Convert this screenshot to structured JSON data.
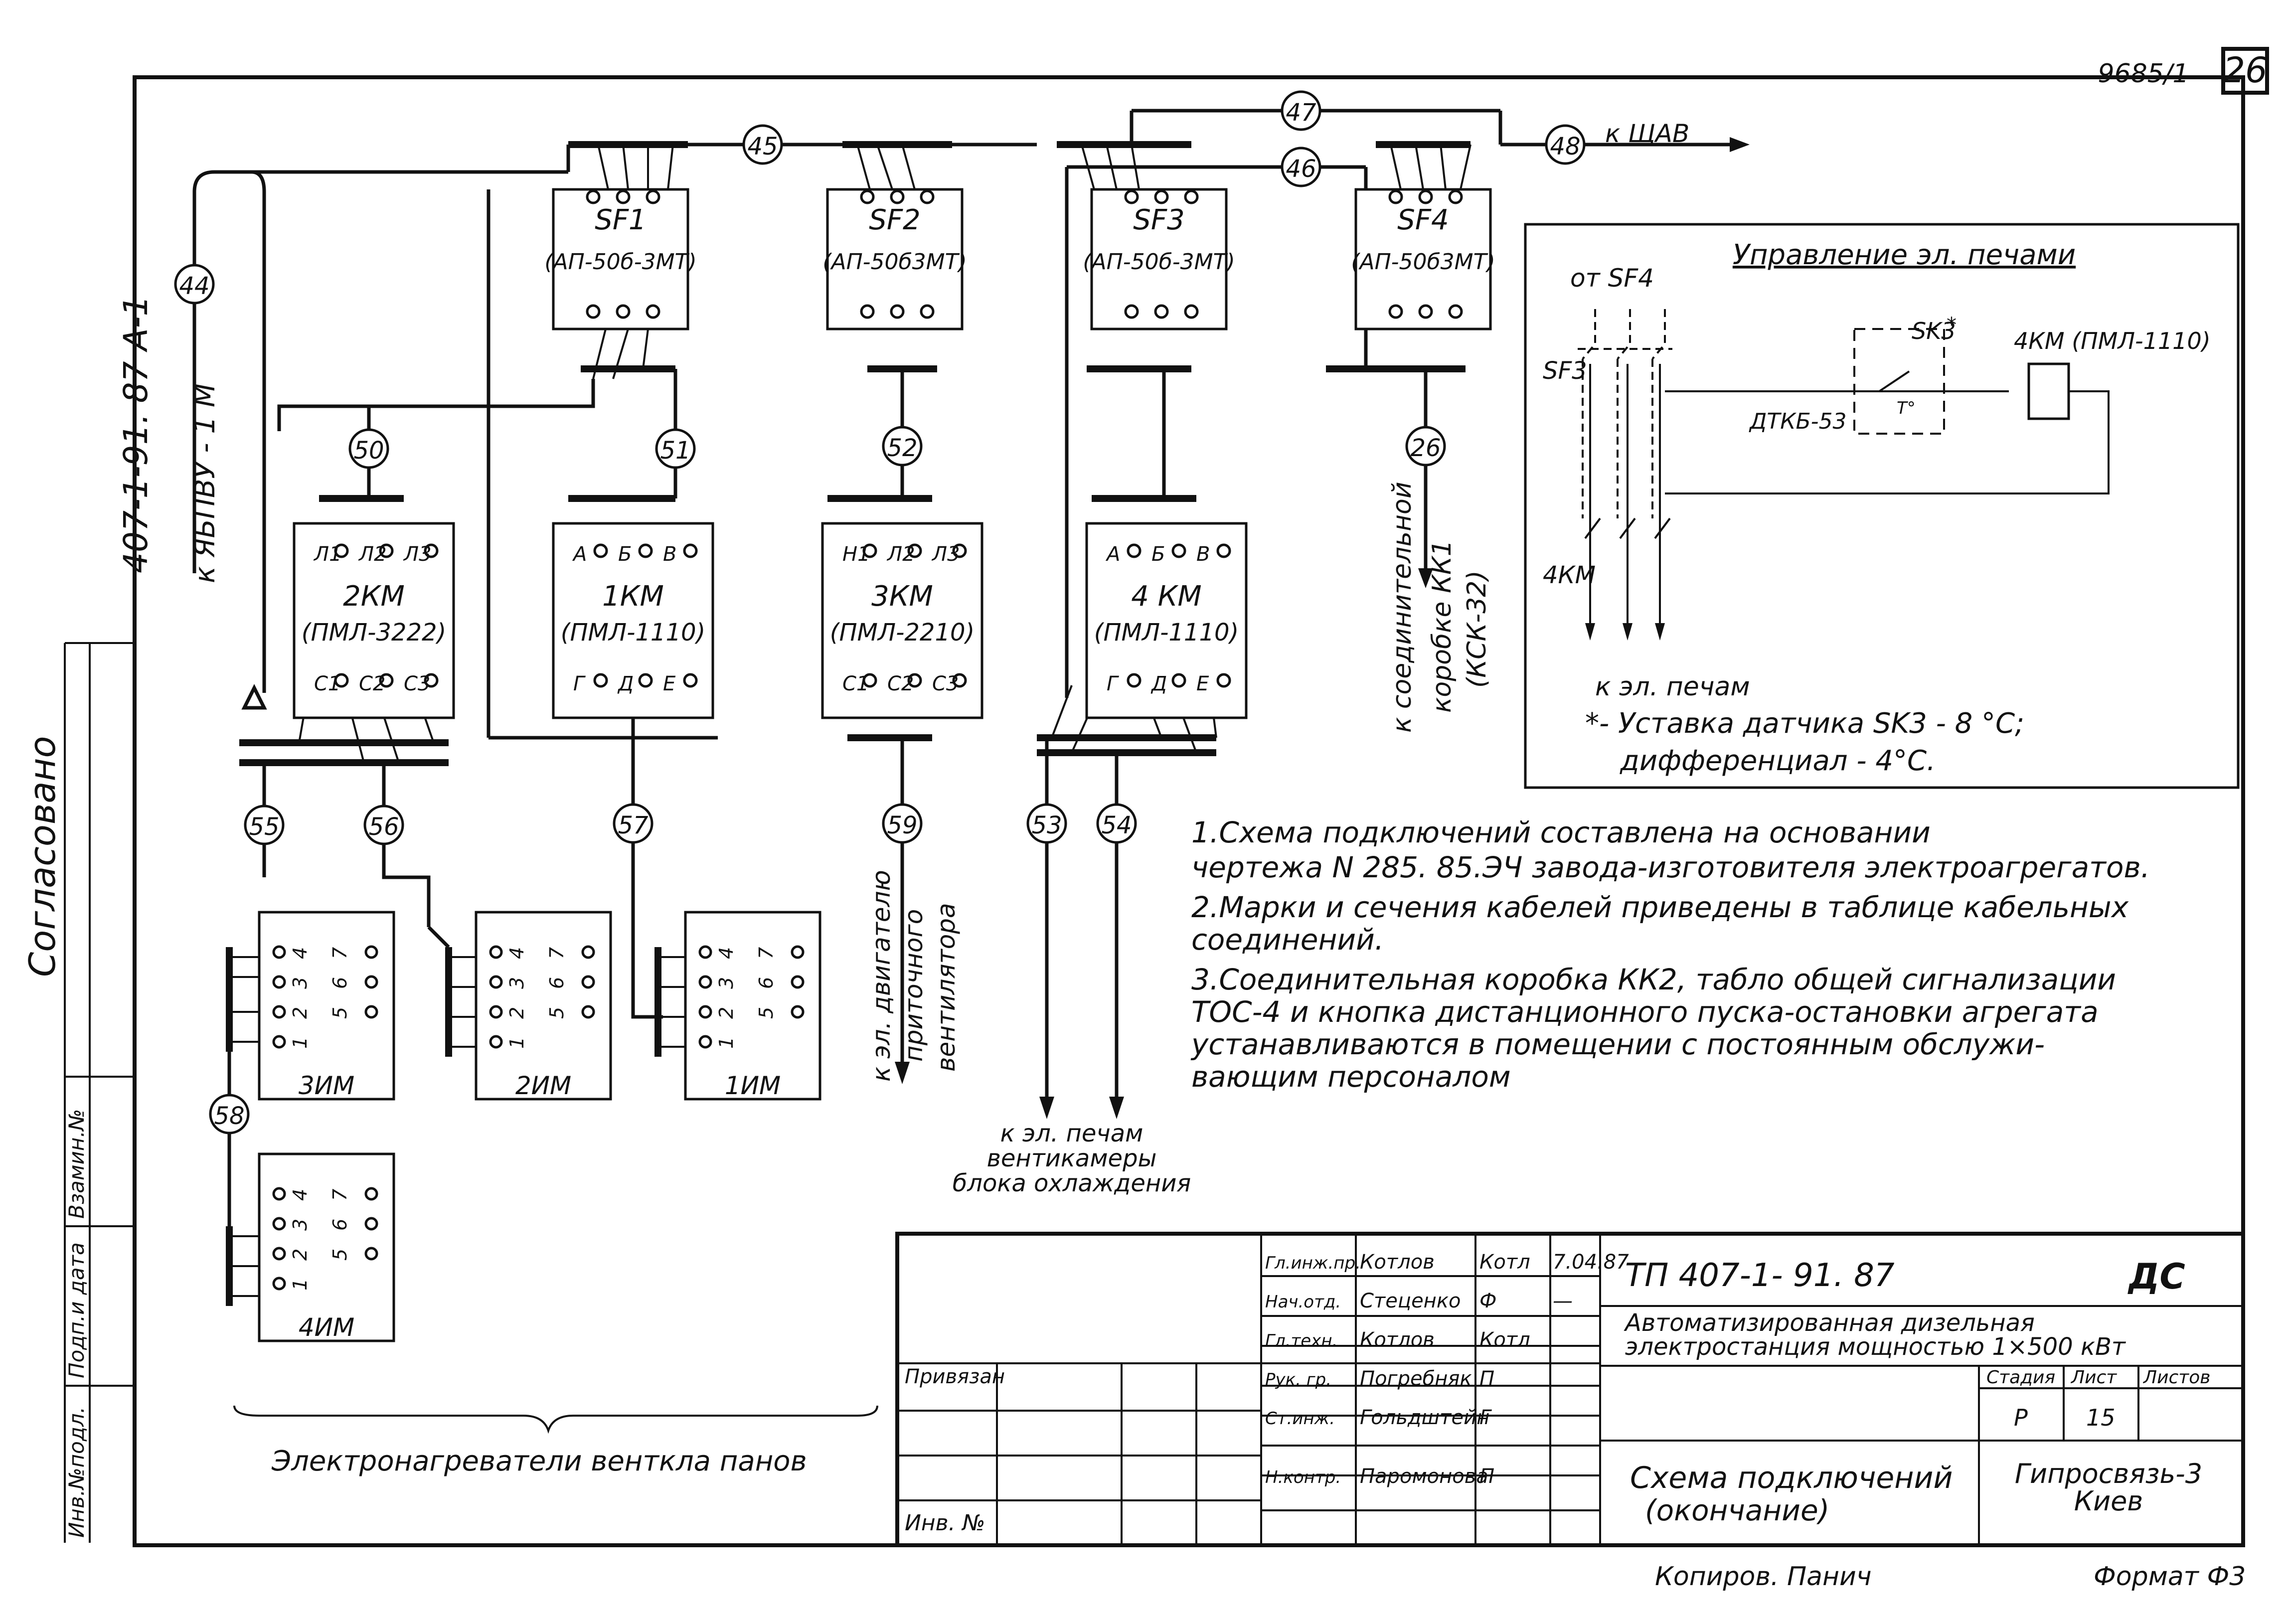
{
  "sheet": {
    "number": "26",
    "inventory": "9685/1",
    "format": "Формат  Ф3",
    "copied_by": "Копиров.  Панич",
    "designation_vertical": "407-1-91. 87    А-1"
  },
  "side_stamp": {
    "agreed": "Согласовано",
    "fields": [
      "Инв.№подл.",
      "Подп.и дата",
      "Взамин.№"
    ]
  },
  "cables": [
    "44",
    "45",
    "46",
    "47",
    "48",
    "26",
    "50",
    "51",
    "52",
    "55",
    "56",
    "57",
    "59",
    "53",
    "54",
    "58"
  ],
  "breakers": [
    {
      "name": "SF1",
      "type": "(АП-50б-3МТ)"
    },
    {
      "name": "SF2",
      "type": "(АП-50б3МТ)"
    },
    {
      "name": "SF3",
      "type": "(АП-50б-3МТ)"
    },
    {
      "name": "SF4",
      "type": "(АП-50б3МТ)"
    }
  ],
  "contactors": [
    {
      "name": "2КМ",
      "type": "(ПМЛ-3222)",
      "top": [
        "Л1",
        "Л2",
        "Л3"
      ],
      "bottom": [
        "С1",
        "С2",
        "С3"
      ]
    },
    {
      "name": "1КМ",
      "type": "(ПМЛ-1110)",
      "top": [
        "А",
        "Б",
        "В"
      ],
      "bottom": [
        "Г",
        "Д",
        "Е"
      ]
    },
    {
      "name": "3КМ",
      "type": "(ПМЛ-2210)",
      "top": [
        "Н1",
        "Л2",
        "Л3"
      ],
      "bottom": [
        "С1",
        "С2",
        "С3"
      ]
    },
    {
      "name": "4 КМ",
      "type": "(ПМЛ-1110)",
      "top": [
        "А",
        "Б",
        "В"
      ],
      "bottom": [
        "Г",
        "Д",
        "Е"
      ]
    }
  ],
  "heaters": [
    {
      "name": "3ИМ"
    },
    {
      "name": "2ИМ"
    },
    {
      "name": "1ИМ"
    },
    {
      "name": "4ИМ"
    }
  ],
  "terminals": {
    "left": [
      "4",
      "3",
      "2",
      "1"
    ],
    "right": [
      "5",
      "6",
      "7"
    ]
  },
  "labels": {
    "to_shav": "к  ЩАВ",
    "to_yabpvu": "к  ЯБПВУ - 1 М",
    "to_junction_box": [
      "к  соединительной",
      "коробке  КК1",
      "(КСК-32)"
    ],
    "to_fan_motor": [
      "к  эл. двигателю",
      "приточного",
      "вентилятора"
    ],
    "to_furnaces": [
      "к  эл. печам",
      "вентикамеры",
      "блока  охлаждения"
    ],
    "heaters_caption": "Электронагреватели   венткла панов"
  },
  "control_panel": {
    "title": "Управление   эл. печами",
    "from_sf4": "от  SF4",
    "sf3": "SF3",
    "sk3": "SK3",
    "sk3_mark": "*",
    "relay": "4КМ (ПМЛ-1110)",
    "sensor": "ДТКБ-53",
    "t_mark": "Т°",
    "km4": "4КМ",
    "to_furnaces": "к  эл. печам",
    "note1": "*- Уставка  датчика  SK3 - 8 °С;",
    "note2": "дифференциал - 4°С."
  },
  "notes": [
    [
      "1.Схема  подключений  составлена  на  основании",
      "чертежа N 285. 85.ЭЧ  завода-изготовителя  электроагрегатов."
    ],
    [
      "2.Марки и сечения  кабелей  приведены  в  таблице  кабельных",
      "соединений."
    ],
    [
      "3.Соединительная  коробка КК2, табло  общей  сигнализации",
      "ТОС-4  и кнопка  дистанционного  пуска-остановки  агрегата",
      "устанавливаются  в  помещении  с  постоянным  обслужи-",
      "вающим  персоналом"
    ]
  ],
  "title_block": {
    "project": "ТП  407-1- 91. 87",
    "mark": "ДС",
    "object_line1": "Автоматизированная  дизельная",
    "object_line2": "электростанция  мощностью  1×500 кВт",
    "title_line1": "Схема  подключений",
    "title_line2": "(окончание)",
    "org_line1": "Гипросвязь-3",
    "org_line2": "Киев",
    "stage_hdr": "Стадия",
    "sheet_hdr": "Лист",
    "sheets_hdr": "Листов",
    "stage": "Р",
    "sheet": "15",
    "attached": "Привязан",
    "inv": "Инв. №",
    "staff": [
      {
        "role": "Гл.инж.пр.",
        "name": "Котлов",
        "sign": "Котл",
        "date": "7.04.87"
      },
      {
        "role": "Нач.отд.",
        "name": "Стеценко",
        "sign": "Ф",
        "date": "—"
      },
      {
        "role": "Гл.техн.",
        "name": "Котлов",
        "sign": "Котл",
        "date": ""
      },
      {
        "role": "Рук. гр.",
        "name": "Погребняк",
        "sign": "П",
        "date": ""
      },
      {
        "role": "Ст.инж.",
        "name": "Гольдштейн",
        "sign": "Г",
        "date": ""
      },
      {
        "role": "Н.контр.",
        "name": "Паромонова",
        "sign": "П",
        "date": ""
      }
    ]
  }
}
